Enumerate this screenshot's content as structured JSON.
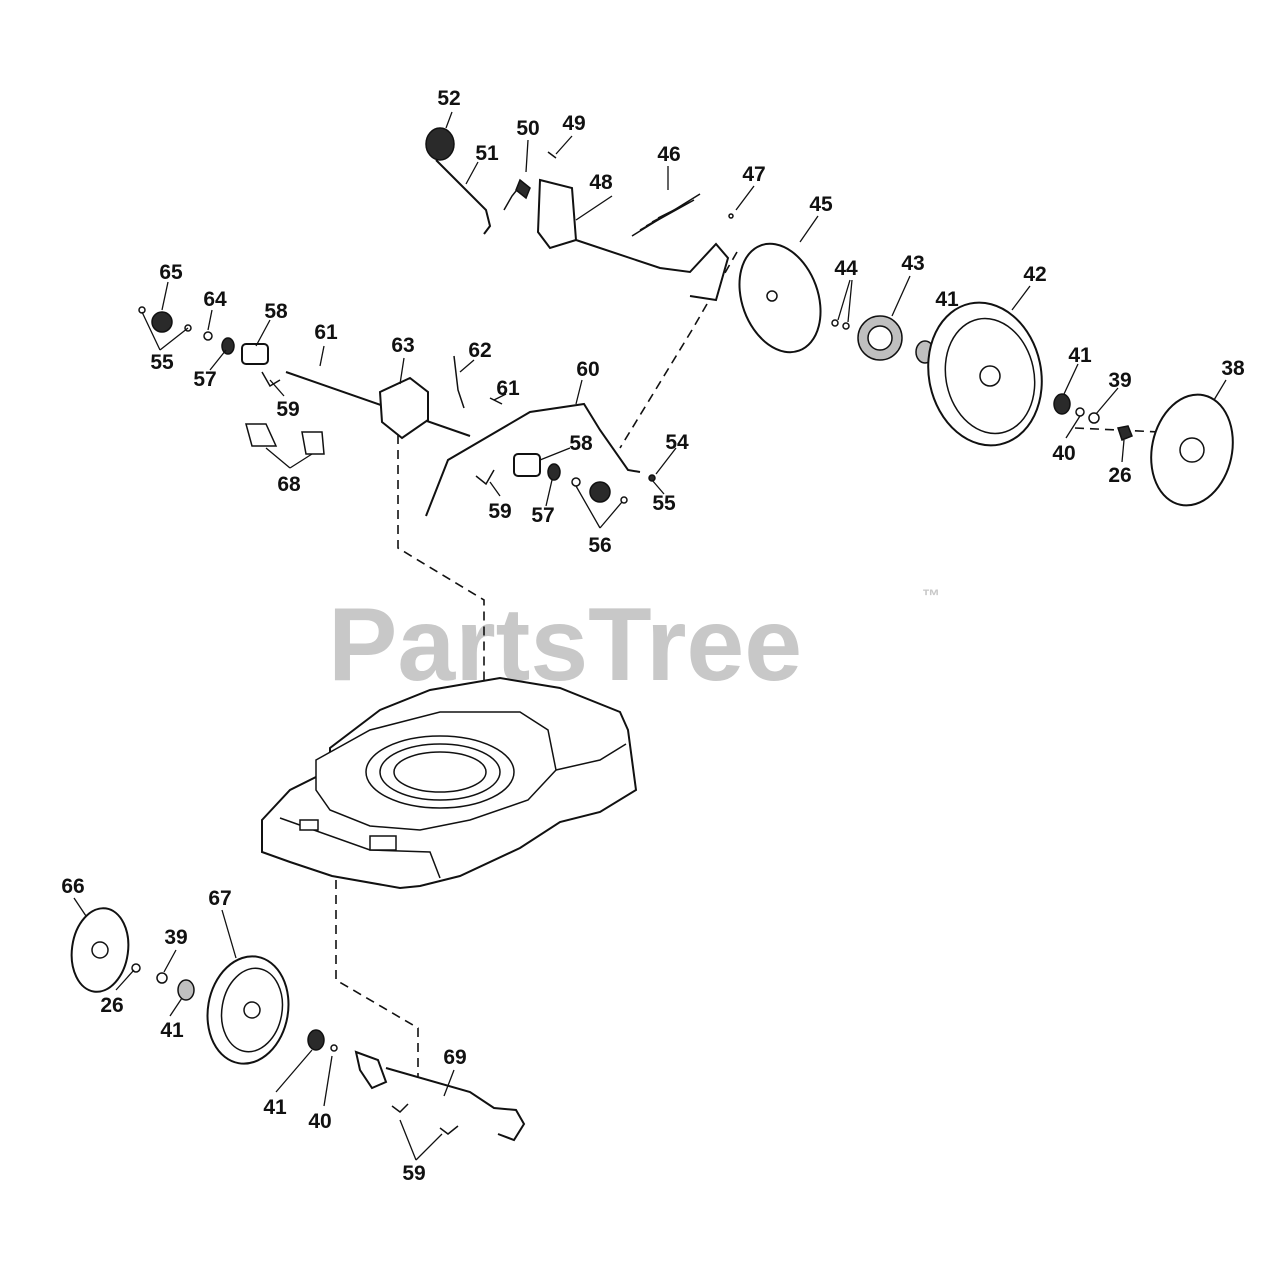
{
  "watermark": {
    "text": "PartsTree",
    "trademark": "™",
    "color": "#c8c8c8"
  },
  "callouts": {
    "c52": "52",
    "c51": "51",
    "c50": "50",
    "c49": "49",
    "c48": "48",
    "c46": "46",
    "c47": "47",
    "c45": "45",
    "c44": "44",
    "c43": "43",
    "c42": "42",
    "c41a": "41",
    "c41b": "41",
    "c41c": "41",
    "c41d": "41",
    "c38": "38",
    "c39a": "39",
    "c39b": "39",
    "c40a": "40",
    "c40b": "40",
    "c26a": "26",
    "c26b": "26",
    "c65": "65",
    "c64": "64",
    "c58a": "58",
    "c58b": "58",
    "c61a": "61",
    "c61b": "61",
    "c63": "63",
    "c62": "62",
    "c60": "60",
    "c55a": "55",
    "c55b": "55",
    "c57a": "57",
    "c57b": "57",
    "c59a": "59",
    "c59b": "59",
    "c59c": "59",
    "c68": "68",
    "c54": "54",
    "c56": "56",
    "c66": "66",
    "c67": "67",
    "c69": "69"
  }
}
